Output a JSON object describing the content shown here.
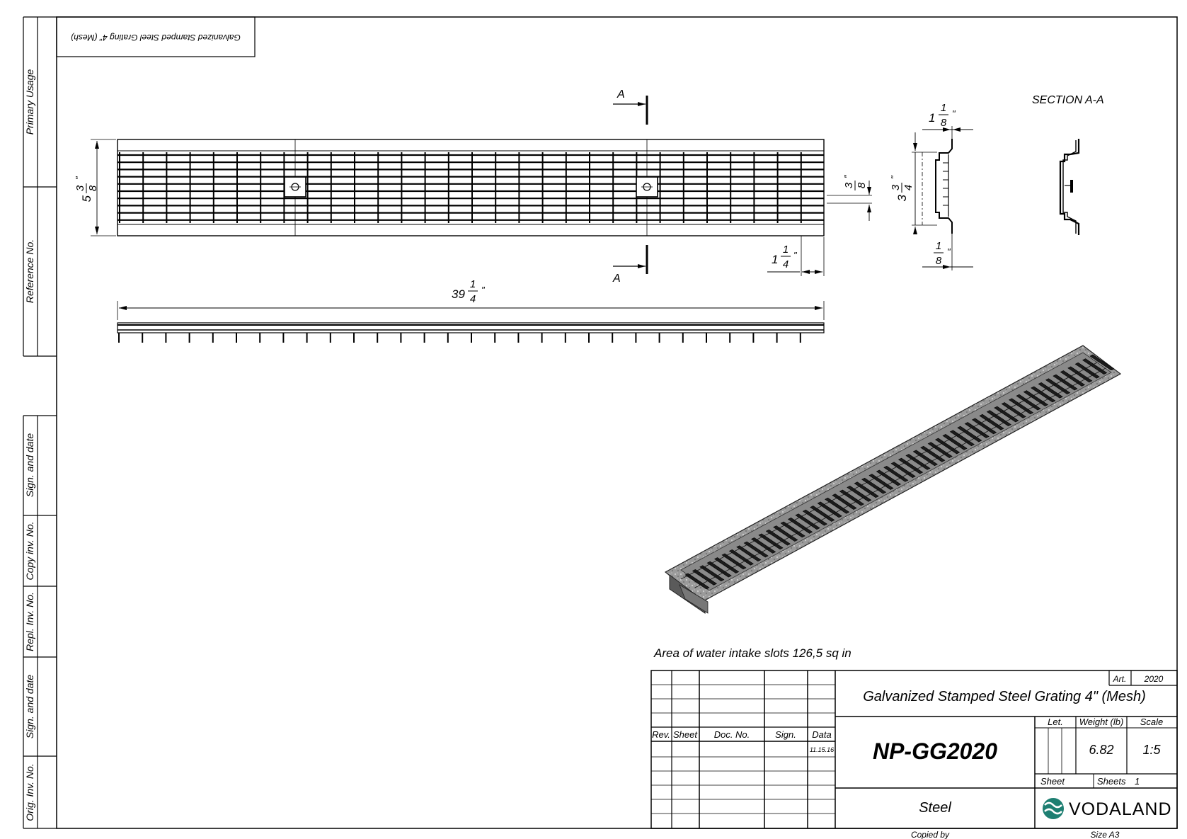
{
  "side_labels": {
    "primary_usage": "Primary Usage",
    "reference_no": "Reference No.",
    "sign_date_1": "Sign. and date",
    "copy_inv_no": "Copy inv. No.",
    "repl_inv_no": "Repl. Inv. No.",
    "sign_date_2": "Sign. and date",
    "orig_inv_no": "Orig. Inv. No."
  },
  "corner_stamp": "Galvanized Stamped Steel Grating 4\" (Mesh)",
  "section_letter": "A",
  "section_title": "SECTION A-A",
  "dims": {
    "height_whole": "5",
    "height_num": "3",
    "height_den": "8",
    "length_whole": "39",
    "length_num": "1",
    "length_den": "4",
    "edge_whole": "1",
    "edge_num": "1",
    "edge_den": "4",
    "slot_num": "3",
    "slot_den": "8",
    "sec_top_whole": "1",
    "sec_top_num": "1",
    "sec_top_den": "8",
    "sec_h_whole": "3",
    "sec_h_num": "3",
    "sec_h_den": "4",
    "sec_bot_num": "1",
    "sec_bot_den": "8",
    "inch": "\""
  },
  "note": "Area of water intake slots 126,5 sq in",
  "title_block": {
    "art_label": "Art.",
    "art_value": "2020",
    "title": "Galvanized Stamped Steel Grating 4\" (Mesh)",
    "code": "NP-GG2020",
    "material": "Steel",
    "rev_headers": [
      "Rev.",
      "Sheet",
      "Doc. No.",
      "Sign.",
      "Data"
    ],
    "date_value": "11.15.16",
    "let_label": "Let.",
    "weight_label": "Weight (lb)",
    "scale_label": "Scale",
    "weight_value": "6.82",
    "scale_value": "1:5",
    "sheet_label": "Sheet",
    "sheets_label": "Sheets",
    "sheets_value": "1",
    "logo_text": "VODALAND",
    "copied_by": "Copied by",
    "size": "Size A3"
  }
}
